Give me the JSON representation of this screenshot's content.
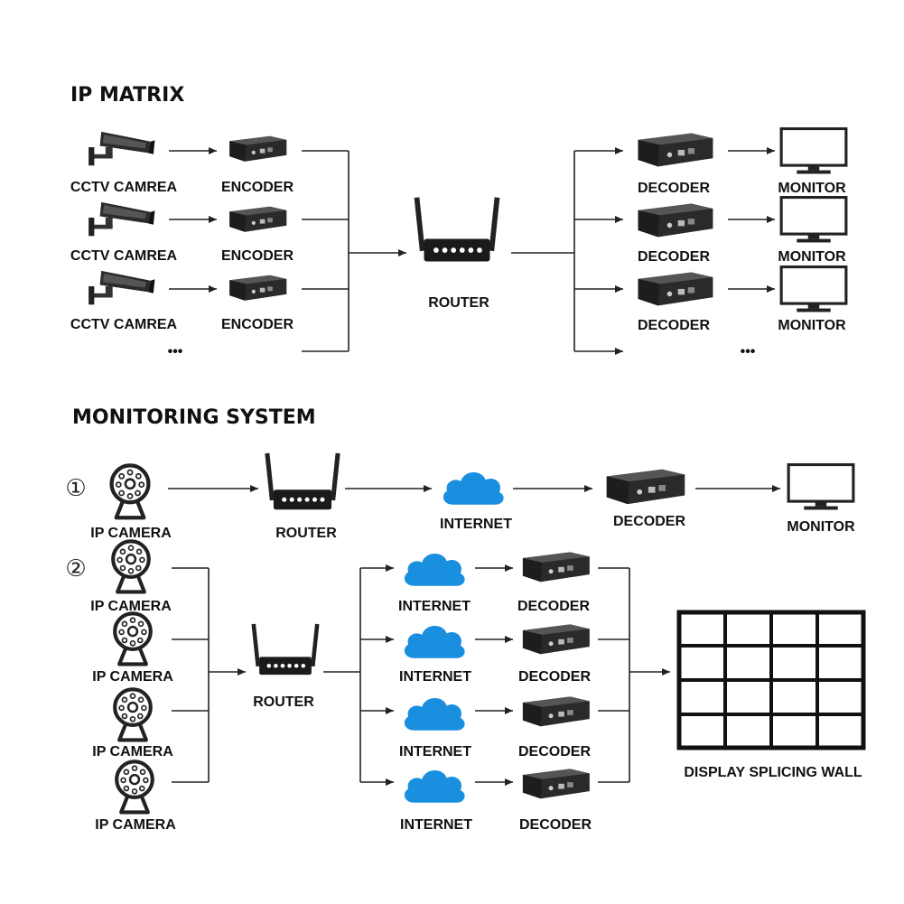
{
  "section_ip_matrix": {
    "title": "IP MATRIX",
    "camera_label": "CCTV CAMREA",
    "encoder_label": "ENCODER",
    "router_label": "ROUTER",
    "decoder_label": "DECODER",
    "monitor_label": "MONITOR",
    "more_left": "•••",
    "more_right": "•••"
  },
  "section_monitoring": {
    "title": "MONITORING SYSTEM",
    "scenario_1": {
      "number": "①",
      "camera_label": "IP CAMERA",
      "router_label": "ROUTER",
      "internet_label": "INTERNET",
      "decoder_label": "DECODER",
      "monitor_label": "MONITOR"
    },
    "scenario_2": {
      "number": "②",
      "camera_label": "IP CAMERA",
      "router_label": "ROUTER",
      "internet_label": "INTERNET",
      "decoder_label": "DECODER",
      "wall_label": "DISPLAY SPLICING WALL"
    }
  },
  "colors": {
    "cloud": "#1a8fe0",
    "device": "#2a2a2a",
    "line": "#222222"
  },
  "icons": [
    "cctv-camera-icon",
    "encoder-icon",
    "router-icon",
    "decoder-icon",
    "monitor-icon",
    "ip-camera-icon",
    "cloud-icon",
    "video-wall-icon"
  ]
}
